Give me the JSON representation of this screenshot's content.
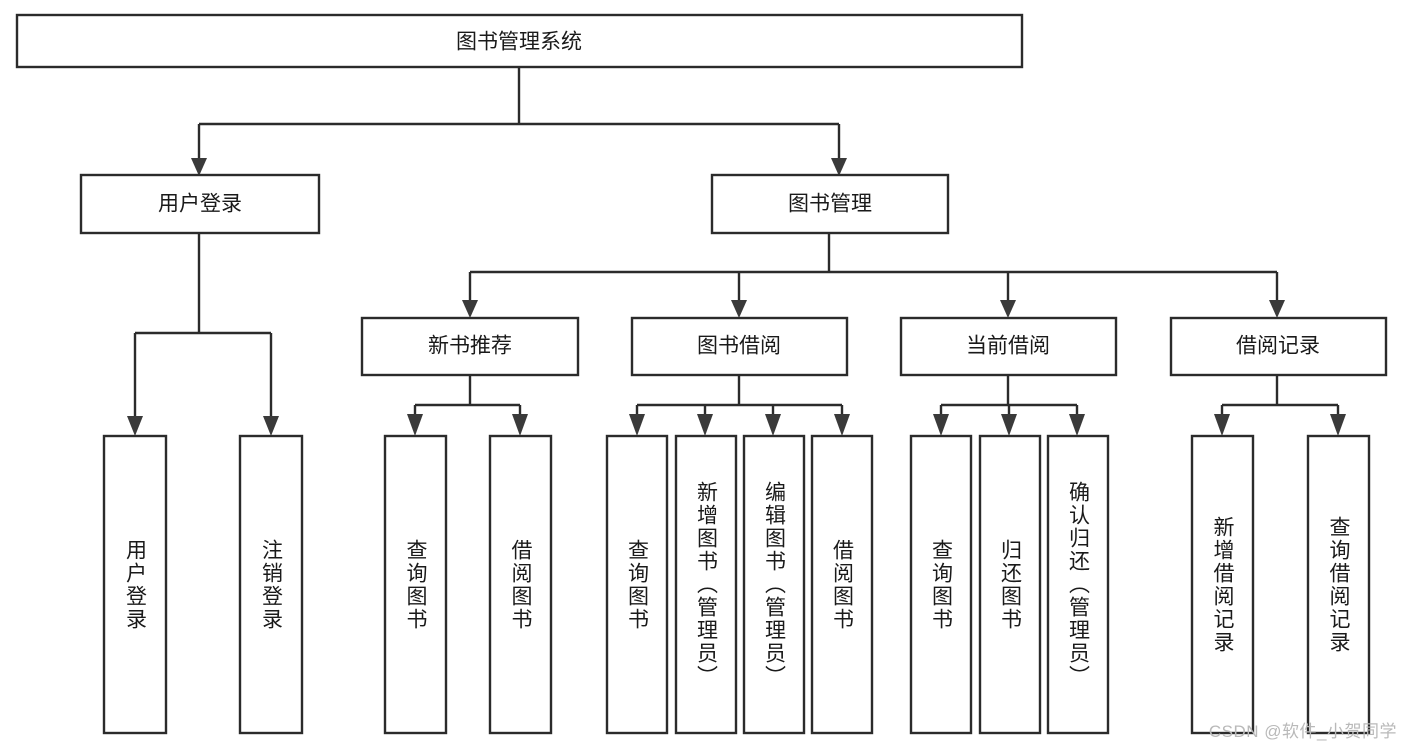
{
  "diagram": {
    "type": "tree-hierarchy-chart",
    "title": "图书管理系统",
    "root": {
      "label": "图书管理系统",
      "orientation": "horizontal"
    },
    "level1": [
      {
        "id": "user-login",
        "label": "用户登录",
        "orientation": "horizontal"
      },
      {
        "id": "book-manage",
        "label": "图书管理",
        "orientation": "horizontal"
      }
    ],
    "level2": [
      {
        "id": "new-book-recommend",
        "label": "新书推荐",
        "parent": "book-manage",
        "orientation": "horizontal"
      },
      {
        "id": "book-borrow",
        "label": "图书借阅",
        "parent": "book-manage",
        "orientation": "horizontal"
      },
      {
        "id": "current-borrow",
        "label": "当前借阅",
        "parent": "book-manage",
        "orientation": "horizontal"
      },
      {
        "id": "borrow-record",
        "label": "借阅记录",
        "parent": "book-manage",
        "orientation": "horizontal"
      }
    ],
    "leaves": [
      {
        "id": "leaf-user-login",
        "label": "用户登录",
        "parent": "user-login",
        "orientation": "vertical"
      },
      {
        "id": "leaf-logout",
        "label": "注销登录",
        "parent": "user-login",
        "orientation": "vertical"
      },
      {
        "id": "leaf-query-book-1",
        "label": "查询图书",
        "parent": "new-book-recommend",
        "orientation": "vertical"
      },
      {
        "id": "leaf-borrow-book-1",
        "label": "借阅图书",
        "parent": "new-book-recommend",
        "orientation": "vertical"
      },
      {
        "id": "leaf-query-book-2",
        "label": "查询图书",
        "parent": "book-borrow",
        "orientation": "vertical"
      },
      {
        "id": "leaf-add-book",
        "label": "新增图书（管理员）",
        "parent": "book-borrow",
        "orientation": "vertical"
      },
      {
        "id": "leaf-edit-book",
        "label": "编辑图书（管理员）",
        "parent": "book-borrow",
        "orientation": "vertical"
      },
      {
        "id": "leaf-borrow-book-2",
        "label": "借阅图书",
        "parent": "book-borrow",
        "orientation": "vertical"
      },
      {
        "id": "leaf-query-book-3",
        "label": "查询图书",
        "parent": "current-borrow",
        "orientation": "vertical"
      },
      {
        "id": "leaf-return-book",
        "label": "归还图书",
        "parent": "current-borrow",
        "orientation": "vertical"
      },
      {
        "id": "leaf-confirm-return",
        "label": "确认归还（管理员）",
        "parent": "current-borrow",
        "orientation": "vertical"
      },
      {
        "id": "leaf-add-record",
        "label": "新增借阅记录",
        "parent": "borrow-record",
        "orientation": "vertical"
      },
      {
        "id": "leaf-query-record",
        "label": "查询借阅记录",
        "parent": "borrow-record",
        "orientation": "vertical"
      }
    ],
    "colors": {
      "background": "#ffffff",
      "box_fill": "#ffffff",
      "box_stroke": "#2b2b2b",
      "connector": "#2b2b2b",
      "text": "#1a1a1a",
      "watermark": "#b9b9b9"
    }
  },
  "watermark": {
    "text": "CSDN @软件_小贺同学"
  }
}
